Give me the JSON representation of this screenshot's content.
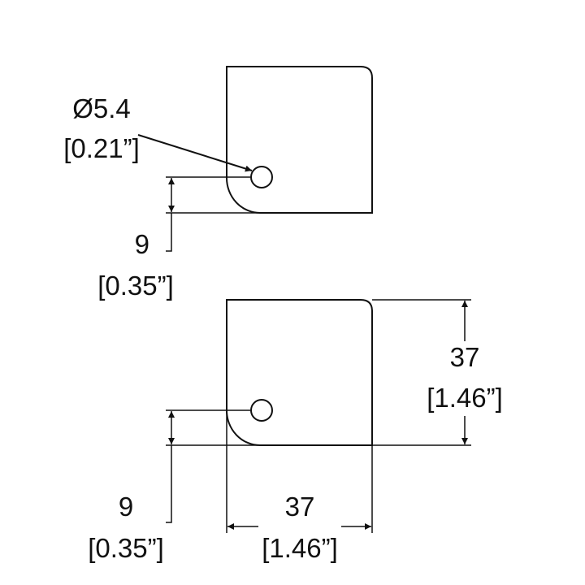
{
  "colors": {
    "line": "#111111",
    "background": "#ffffff"
  },
  "hole": {
    "diameter_mm": "Ø5.4",
    "diameter_in": "[0.21”]"
  },
  "top_part": {
    "offset_mm": "9",
    "offset_in": "[0.35”]"
  },
  "bottom_part": {
    "offset_mm": "9",
    "offset_in": "[0.35”]",
    "height_mm": "37",
    "height_in": "[1.46”]",
    "width_mm": "37",
    "width_in": "[1.46”]"
  }
}
